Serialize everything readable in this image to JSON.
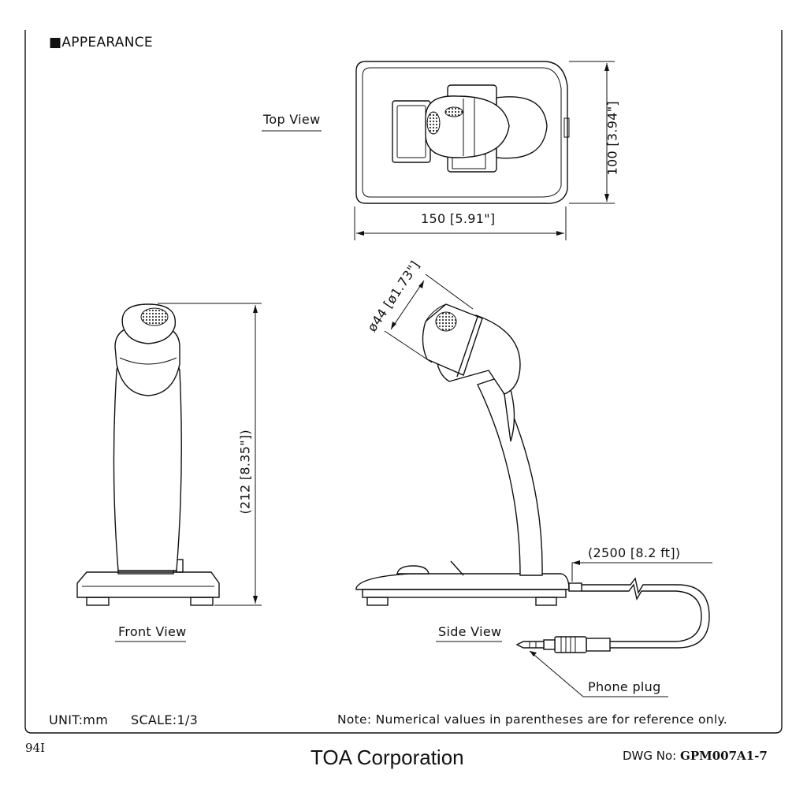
{
  "header": {
    "marker": "■",
    "title": "APPEARANCE"
  },
  "views": {
    "top": "Top View",
    "front": "Front View",
    "side": "Side View"
  },
  "dimensions": {
    "width": "150 [5.91\"]",
    "depth": "100 [3.94\"]",
    "height": "(212 [8.35\"])",
    "diameter": "ø44 [ø1.73\"]",
    "cable": "(2500 [8.2 ft])"
  },
  "callouts": {
    "plug": "Phone plug"
  },
  "footer": {
    "unit": "UNIT:mm",
    "scale": "SCALE:1/3",
    "note": "Note: Numerical values in parentheses are for reference only.",
    "page_code": "94I",
    "company": "TOA Corporation",
    "dwg_label": "DWG No:",
    "dwg_number": "GPM007A1-7"
  },
  "colors": {
    "ink": "#111111",
    "paper": "#ffffff"
  }
}
